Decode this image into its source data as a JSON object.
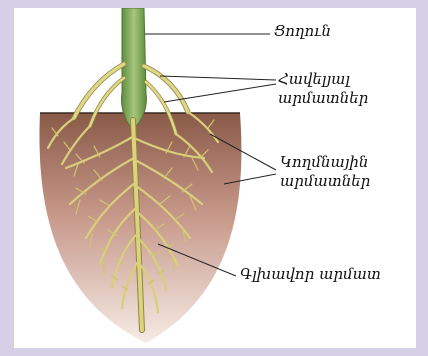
{
  "labels": {
    "stem": "Ցողուն",
    "adventitious_roots": [
      "Հավելյալ",
      "արմատներ"
    ],
    "lateral_roots": [
      "Կողմնային",
      "արմատներ"
    ],
    "main_root": "Գլխավոր արմատ"
  },
  "colors": {
    "background": "#d6d0e6",
    "soil_top": "#8a5a48",
    "soil_bottom": "#f3e6e0",
    "stem": "#7ea35a",
    "root": "#d9cf7a",
    "root_edge": "#8f8540",
    "leader_line": "#222222"
  }
}
